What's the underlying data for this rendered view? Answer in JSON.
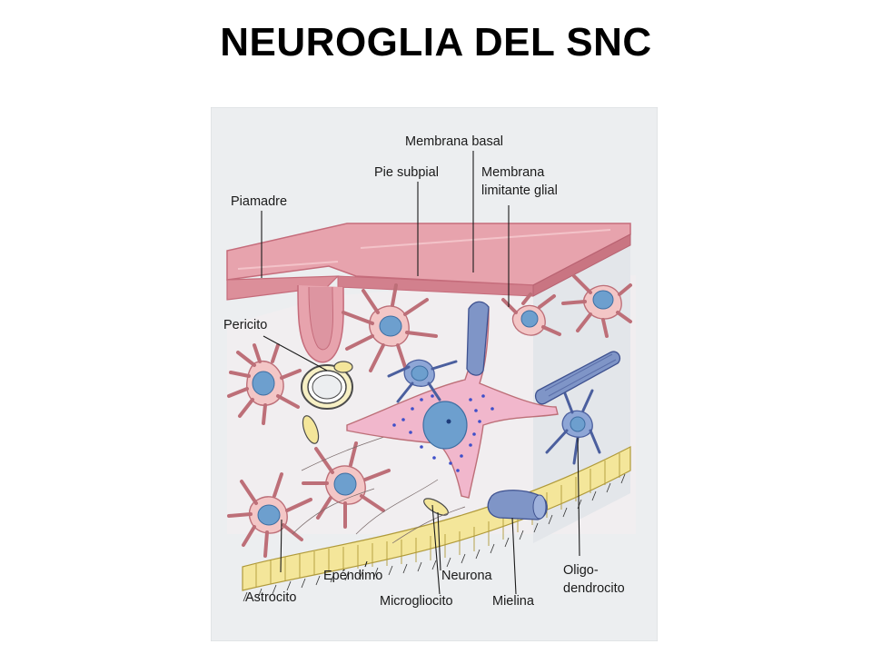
{
  "title": "NEUROGLIA DEL SNC",
  "colors": {
    "panel": "#eceef0",
    "pia": "#e7a3ad",
    "pia_dark": "#c56c7b",
    "astrocyte": "#f3c6c6",
    "astrocyte_edge": "#bd6f78",
    "nucleus": "#6d9fce",
    "neuron": "#f1b7cc",
    "neuron_dots": "#3e4fc9",
    "oligodendrocyte": "#8ea6d6",
    "myelin": "#7f95c7",
    "ependyma": "#f4e69a",
    "ependyma_edge": "#b09a3a"
  },
  "labels": {
    "membrana_basal": "Membrana basal",
    "pie_subpial": "Pie subpial",
    "membrana_limitante_line1": "Membrana",
    "membrana_limitante_line2": "limitante glial",
    "piamadre": "Piamadre",
    "pericito": "Pericito",
    "ependimo": "Epéndimo",
    "neurona": "Neurona",
    "astrocito": "Astrocito",
    "microgliocito": "Microgliocito",
    "mielina": "Mielina",
    "oligo_line1": "Oligo-",
    "oligo_line2": "dendrocito"
  }
}
